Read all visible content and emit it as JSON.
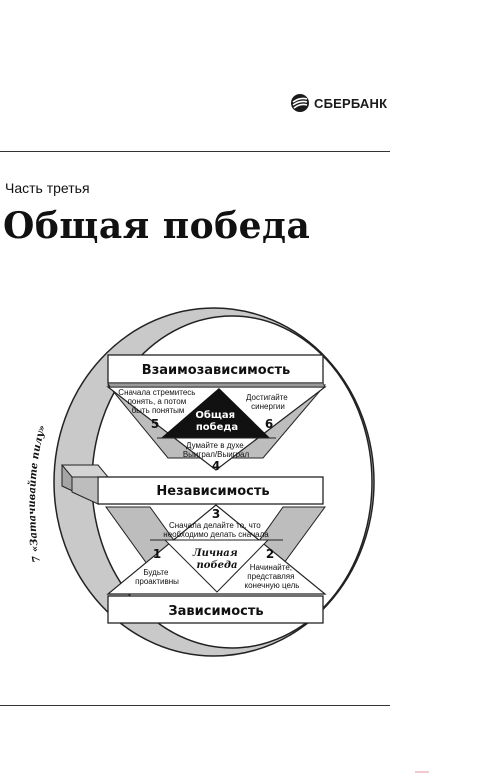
{
  "header": {
    "logo_text": "СБЕРБАНК",
    "logo_icon": "sberbank-logo-icon"
  },
  "section": {
    "part_label": "Часть третья",
    "title": "Общая победа"
  },
  "diagram": {
    "ring_label": "7 «Затачивайте пилу»",
    "levels": {
      "top": "Взаимозависимость",
      "middle": "Независимость",
      "bottom": "Зависимость"
    },
    "victories": {
      "public": [
        "Общая",
        "победа"
      ],
      "private": [
        "Личная",
        "победа"
      ]
    },
    "habits": [
      {
        "num": "1",
        "lines": [
          "Будьте",
          "проактивны"
        ]
      },
      {
        "num": "2",
        "lines": [
          "Начинайте,",
          "представляя",
          "конечную цель"
        ]
      },
      {
        "num": "3",
        "lines": [
          "Сначала делайте то, что",
          "необходимо делать сначала"
        ]
      },
      {
        "num": "4",
        "lines": [
          "Думайте в духе",
          "Выиграл/Выиграл"
        ]
      },
      {
        "num": "5",
        "lines": [
          "Сначала стремитесь",
          "понять, а потом",
          "быть понятым"
        ]
      },
      {
        "num": "6",
        "lines": [
          "Достигайте",
          "синергии"
        ]
      }
    ]
  }
}
